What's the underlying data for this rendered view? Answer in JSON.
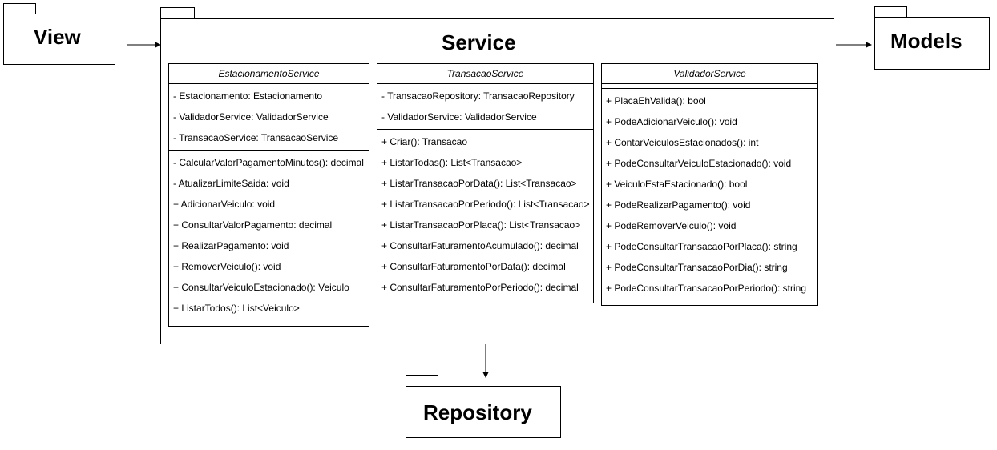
{
  "packages": {
    "view": "View",
    "service": "Service",
    "models": "Models",
    "repository": "Repository"
  },
  "classes": {
    "estacionamento": {
      "name": "EstacionamentoService",
      "attributes": [
        "- Estacionamento: Estacionamento",
        "- ValidadorService: ValidadorService",
        "- TransacaoService: TransacaoService"
      ],
      "methods": [
        "- CalcularValorPagamentoMinutos(): decimal",
        "- AtualizarLimiteSaida: void",
        "+ AdicionarVeiculo: void",
        "+ ConsultarValorPagamento: decimal",
        "+ RealizarPagamento: void",
        "+ RemoverVeiculo(): void",
        "+ ConsultarVeiculoEstacionado(): Veiculo",
        "+ ListarTodos(): List<Veiculo>"
      ]
    },
    "transacao": {
      "name": "TransacaoService",
      "attributes": [
        "- TransacaoRepository: TransacaoRepository",
        "- ValidadorService: ValidadorService"
      ],
      "methods": [
        "+ Criar(): Transacao",
        "+ ListarTodas(): List<Transacao>",
        "+ ListarTransacaoPorData(): List<Transacao>",
        "+ ListarTransacaoPorPeriodo(): List<Transacao>",
        "+ ListarTransacaoPorPlaca(): List<Transacao>",
        "+ ConsultarFaturamentoAcumulado(): decimal",
        "+ ConsultarFaturamentoPorData(): decimal",
        "+ ConsultarFaturamentoPorPeriodo(): decimal"
      ]
    },
    "validador": {
      "name": "ValidadorService",
      "attributes": [],
      "methods": [
        "+ PlacaEhValida(): bool",
        "+ PodeAdicionarVeiculo(): void",
        "+ ContarVeiculosEstacionados(): int",
        "+ PodeConsultarVeiculoEstacionado(): void",
        "+ VeiculoEstaEstacionado(): bool",
        "+ PodeRealizarPagamento(): void",
        "+ PodeRemoverVeiculo(): void",
        "+ PodeConsultarTransacaoPorPlaca(): string",
        "+ PodeConsultarTransacaoPorDia(): string",
        "+ PodeConsultarTransacaoPorPeriodo(): string"
      ]
    }
  }
}
